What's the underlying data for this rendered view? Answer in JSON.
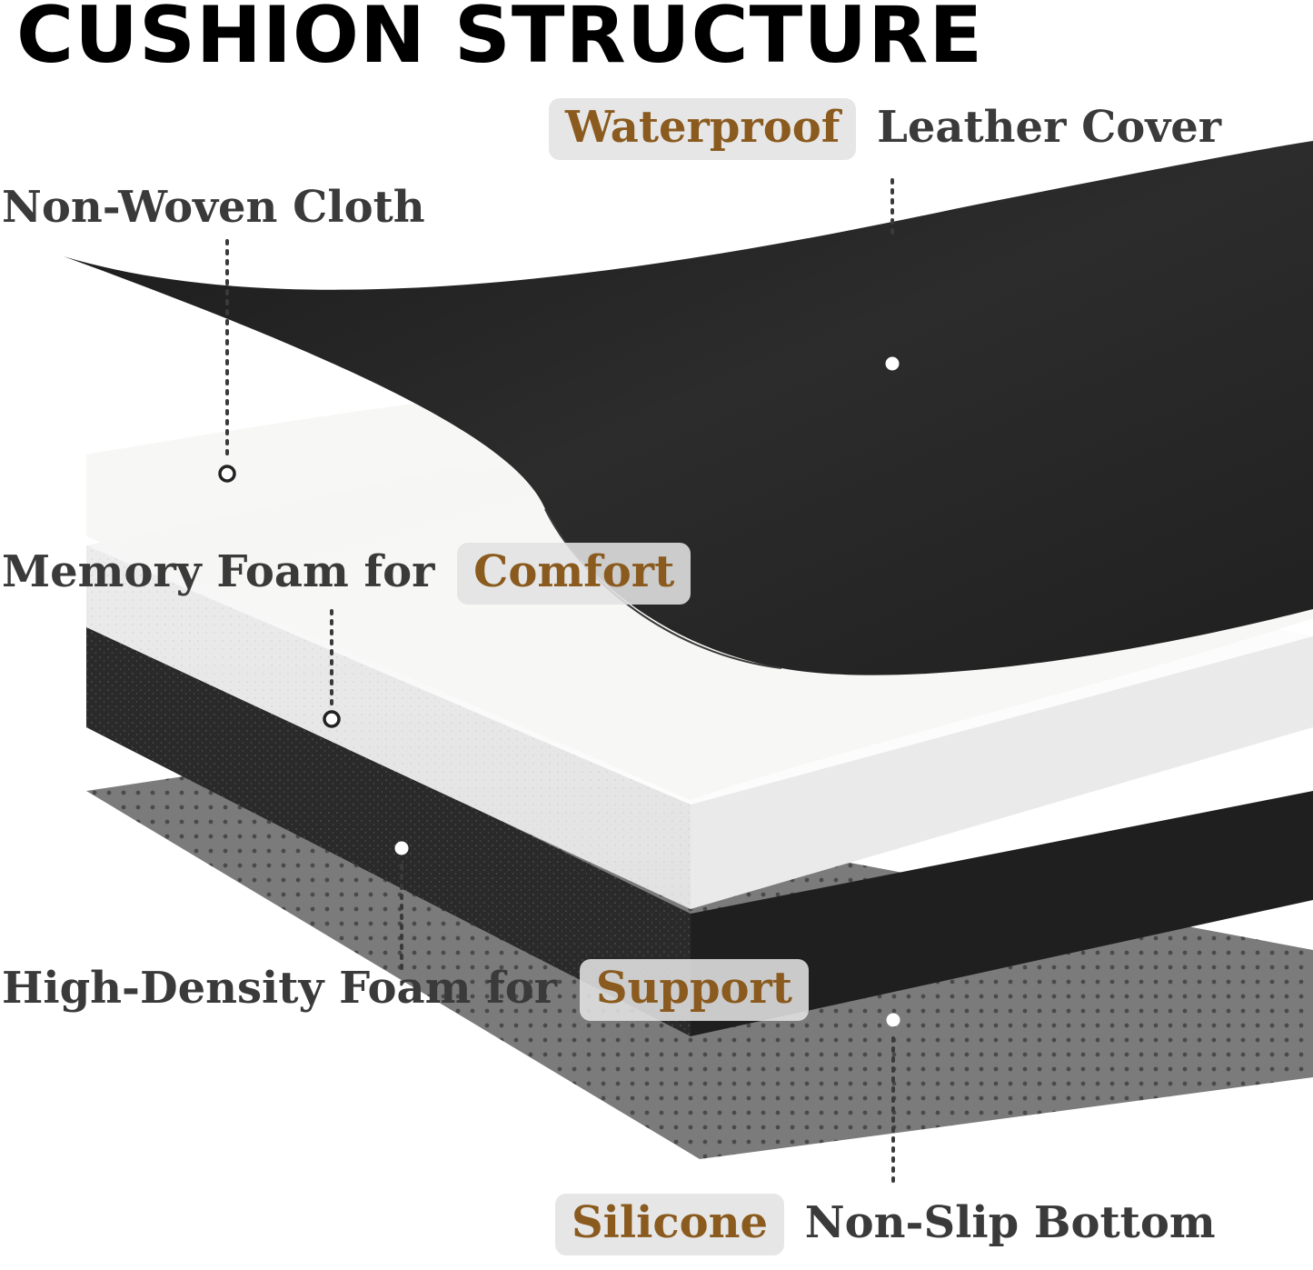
{
  "title": "CUSHION STRUCTURE",
  "colors": {
    "accent_text": "#8a5a1e",
    "label_text": "#3a3a3a",
    "highlight_bg": "#e2e2e2",
    "leather": "#262626",
    "foam_black": "#2f2f2f",
    "foam_white": "#f2f2f2",
    "silicone_grey": "#7b7b7b"
  },
  "labels": {
    "waterproof_cover": {
      "highlight": "Waterproof",
      "rest": "Leather Cover"
    },
    "non_woven": {
      "text": "Non-Woven Cloth"
    },
    "memory_foam": {
      "text": "Memory Foam for",
      "highlight": "Comfort"
    },
    "high_density": {
      "text": "High-Density Foam for",
      "highlight": "Support"
    },
    "silicone_bottom": {
      "highlight": "Silicone",
      "rest": "Non-Slip Bottom"
    }
  }
}
